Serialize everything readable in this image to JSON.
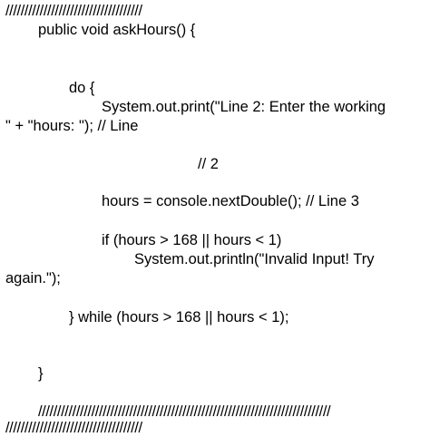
{
  "document": {
    "lines": [
      "////////////////////////////////////",
      "public void askHours() {",
      "do {",
      "System.out.print(\"Line 2: Enter the working",
      "\" + \"hours: \"); // Line",
      "// 2",
      "hours = console.nextDouble(); // Line 3",
      "if (hours > 168 || hours < 1)",
      "System.out.println(\"Invalid Input! Try",
      "again.\");",
      "} while (hours > 168 || hours < 1);",
      "}",
      "/////////////////////////////////////////////////////////////////////////////",
      "////////////////////////////////////"
    ]
  }
}
